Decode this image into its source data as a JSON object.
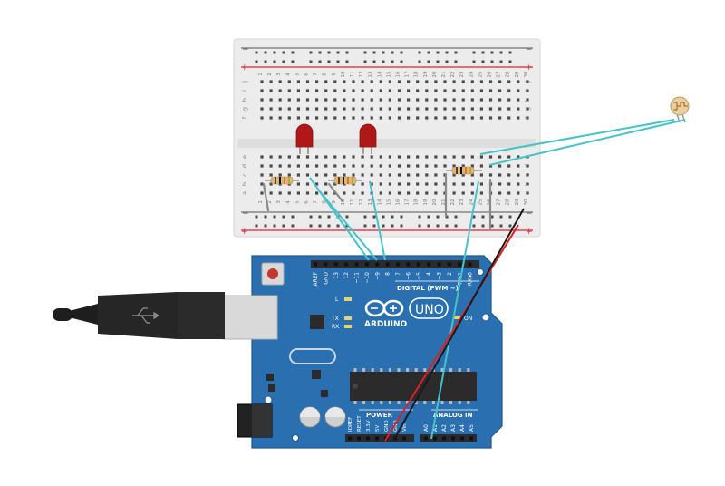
{
  "breadboard": {
    "rail_plus": "+",
    "rail_minus": "−",
    "row_letters_top": [
      "j",
      "i",
      "h",
      "g",
      "f"
    ],
    "row_letters_bottom": [
      "e",
      "d",
      "c",
      "b",
      "a"
    ],
    "columns": [
      "1",
      "2",
      "3",
      "4",
      "5",
      "6",
      "7",
      "8",
      "9",
      "10",
      "11",
      "12",
      "13",
      "14",
      "15",
      "16",
      "17",
      "18",
      "19",
      "20",
      "21",
      "22",
      "23",
      "24",
      "25",
      "26",
      "27",
      "28",
      "29",
      "30"
    ]
  },
  "arduino": {
    "brand": "ARDUINO",
    "model": "UNO",
    "digital_label": "DIGITAL (PWM ~)",
    "digital_pins": [
      "AREF",
      "GND",
      "13",
      "12",
      "~11",
      "~10",
      "~9",
      "8",
      "7",
      "~6",
      "~5",
      "4",
      "~3",
      "2",
      "TX▸1",
      "RX◂0"
    ],
    "led_labels": [
      "L",
      "TX",
      "RX"
    ],
    "on_label": "ON",
    "power_label": "POWER",
    "power_pins": [
      "IOREF",
      "RESET",
      "3.3V",
      "5V",
      "GND",
      "GND",
      "Vin"
    ],
    "analog_label": "ANALOG IN",
    "analog_pins": [
      "A0",
      "A1",
      "A2",
      "A3",
      "A4",
      "A5"
    ]
  },
  "colors": {
    "board_blue": "#2a6fb0",
    "wire_cyan": "#46c2c9",
    "wire_red": "#e02020",
    "wire_black": "#1a1a1a",
    "led_red": "#b01818",
    "breadboard": "#ececec"
  },
  "icons": [
    "usb-cable-icon",
    "photoresistor-icon",
    "led-icon",
    "resistor-icon",
    "arduino-infinity-logo-icon",
    "reset-button-icon",
    "usb-symbol-icon"
  ]
}
